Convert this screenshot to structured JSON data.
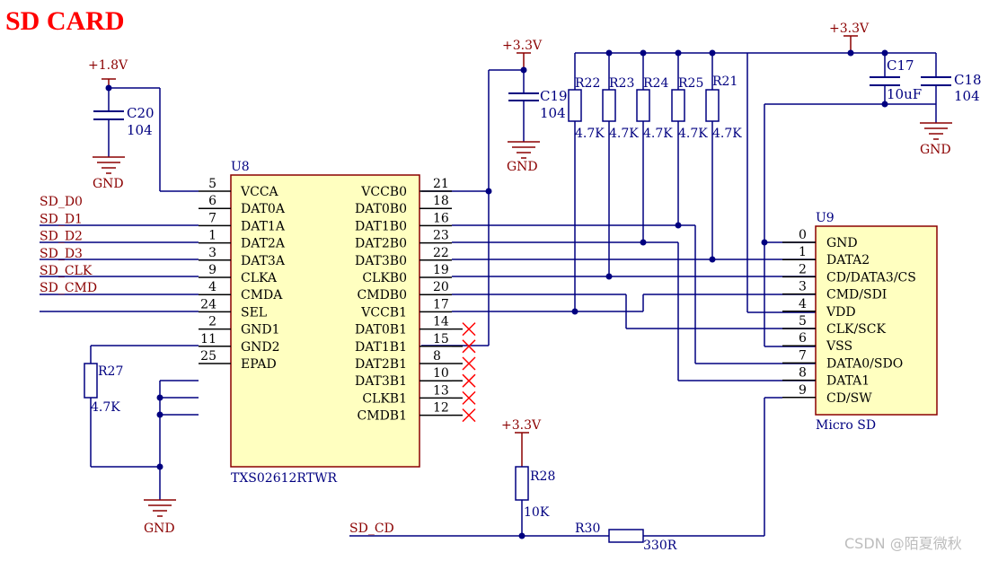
{
  "title": "SD CARD",
  "colors": {
    "title": "#ff0000",
    "wire": "#000080",
    "power": "#8b0000",
    "ic_fill": "#ffffc0",
    "ic_stroke": "#8b0000",
    "pin_line": "#000000",
    "nc": "#ff0000"
  },
  "power": {
    "p18": "+1.8V",
    "p33_top": "+3.3V",
    "p33_right": "+3.3V",
    "p33_bottom": "+3.3V",
    "gnd": "GND"
  },
  "caps": {
    "c20": {
      "ref": "C20",
      "value": "104"
    },
    "c19": {
      "ref": "C19",
      "value": "104"
    },
    "c17": {
      "ref": "C17",
      "value": "10uF"
    },
    "c18": {
      "ref": "C18",
      "value": "104"
    }
  },
  "resistors": {
    "r22": {
      "ref": "R22",
      "value": "4.7K"
    },
    "r23": {
      "ref": "R23",
      "value": "4.7K"
    },
    "r24": {
      "ref": "R24",
      "value": "4.7K"
    },
    "r25": {
      "ref": "R25",
      "value": "4.7K"
    },
    "r21": {
      "ref": "R21",
      "value": "4.7K"
    },
    "r27": {
      "ref": "R27",
      "value": "4.7K"
    },
    "r28": {
      "ref": "R28",
      "value": "10K"
    },
    "r30": {
      "ref": "R30",
      "value": "330R"
    }
  },
  "u8": {
    "ref": "U8",
    "part": "TXS02612RTWR",
    "left_pins": [
      {
        "num": "5",
        "name": "VCCA"
      },
      {
        "num": "6",
        "name": "DAT0A"
      },
      {
        "num": "7",
        "name": "DAT1A"
      },
      {
        "num": "1",
        "name": "DAT2A"
      },
      {
        "num": "3",
        "name": "DAT3A"
      },
      {
        "num": "9",
        "name": "CLKA"
      },
      {
        "num": "4",
        "name": "CMDA"
      },
      {
        "num": "24",
        "name": "SEL"
      },
      {
        "num": "2",
        "name": "GND1"
      },
      {
        "num": "11",
        "name": "GND2"
      },
      {
        "num": "25",
        "name": "EPAD"
      }
    ],
    "right_pins": [
      {
        "num": "21",
        "name": "VCCB0"
      },
      {
        "num": "18",
        "name": "DAT0B0"
      },
      {
        "num": "16",
        "name": "DAT1B0"
      },
      {
        "num": "23",
        "name": "DAT2B0"
      },
      {
        "num": "22",
        "name": "DAT3B0"
      },
      {
        "num": "19",
        "name": "CLKB0"
      },
      {
        "num": "20",
        "name": "CMDB0"
      },
      {
        "num": "17",
        "name": "VCCB1"
      },
      {
        "num": "14",
        "name": "DAT0B1"
      },
      {
        "num": "15",
        "name": "DAT1B1"
      },
      {
        "num": "8",
        "name": "DAT2B1"
      },
      {
        "num": "10",
        "name": "DAT3B1"
      },
      {
        "num": "13",
        "name": "CLKB1"
      },
      {
        "num": "12",
        "name": "CMDB1"
      }
    ]
  },
  "u9": {
    "ref": "U9",
    "part": "Micro SD",
    "pins": [
      {
        "num": "0",
        "name": "GND"
      },
      {
        "num": "1",
        "name": "DATA2"
      },
      {
        "num": "2",
        "name": "CD/DATA3/CS"
      },
      {
        "num": "3",
        "name": "CMD/SDI"
      },
      {
        "num": "4",
        "name": "VDD"
      },
      {
        "num": "5",
        "name": "CLK/SCK"
      },
      {
        "num": "6",
        "name": "VSS"
      },
      {
        "num": "7",
        "name": "DATA0/SDO"
      },
      {
        "num": "8",
        "name": "DATA1"
      },
      {
        "num": "9",
        "name": "CD/SW"
      }
    ]
  },
  "nets": {
    "left": [
      "SD_D0",
      "SD_D1",
      "SD_D2",
      "SD_D3",
      "SD_CLK",
      "SD_CMD"
    ],
    "cd": "SD_CD"
  },
  "watermark": "CSDN @陌夏微秋"
}
